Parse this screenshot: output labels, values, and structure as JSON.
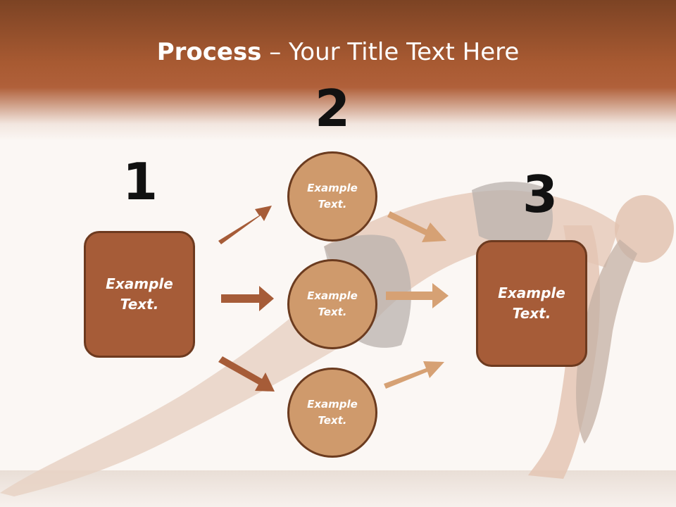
{
  "title": {
    "bold": "Process",
    "rest": " – Your Title Text Here"
  },
  "steps": [
    {
      "number": "1",
      "label": "Example Text."
    },
    {
      "number": "2",
      "items": [
        {
          "label": "Example Text."
        },
        {
          "label": "Example Text."
        },
        {
          "label": "Example Text."
        }
      ]
    },
    {
      "number": "3",
      "label": "Example Text."
    }
  ],
  "colors": {
    "header": "#a85a32",
    "box_fill": "#a65c38",
    "box_border": "#6d3a1f",
    "circle_fill": "#cf9a6c",
    "circle_border": "#6b3b1f",
    "arrow_dark": "#a65c38",
    "arrow_light": "#d6a174"
  }
}
